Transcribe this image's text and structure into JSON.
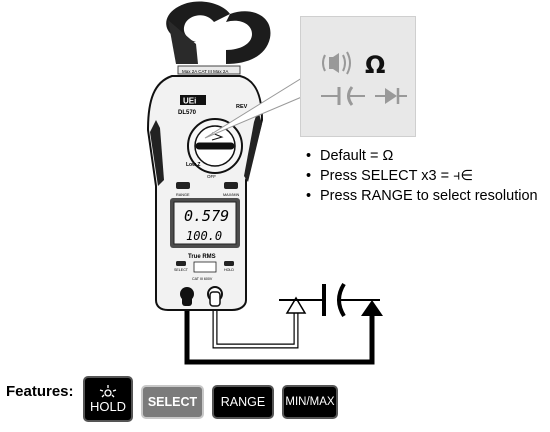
{
  "callout": {
    "ohm_symbol": "Ω"
  },
  "bullets": [
    "Default = Ω",
    "Press SELECT x3 = ⫞∈",
    "Press RANGE to select resolution"
  ],
  "features": {
    "label": "Features:",
    "buttons": [
      {
        "id": "hold",
        "label": "HOLD"
      },
      {
        "id": "select",
        "label": "SELECT"
      },
      {
        "id": "range",
        "label": "RANGE"
      },
      {
        "id": "minmax",
        "label": "MIN/MAX"
      }
    ]
  },
  "meter": {
    "brand": "UEi",
    "model": "DL570",
    "display_main": "0.579",
    "display_sub": "100.0",
    "true_rms": "True RMS",
    "dial_low_label": "Low Z",
    "dial_off_label": "OFF",
    "range_label": "RANGE",
    "select_label": "SELECT",
    "hold_label": "HOLD",
    "maxmin_label": "MAX/MIN",
    "cat_label": "CAT III 600V",
    "rev_label": "REV"
  },
  "colors": {
    "callout_bg": "#e8e8e8",
    "meter_body": "#f2f2f2",
    "meter_dark": "#222222",
    "lcd": "#f4f4f4"
  },
  "icons": [
    "buzzer-icon",
    "diode-icon",
    "capacitor-icon",
    "light-icon"
  ]
}
